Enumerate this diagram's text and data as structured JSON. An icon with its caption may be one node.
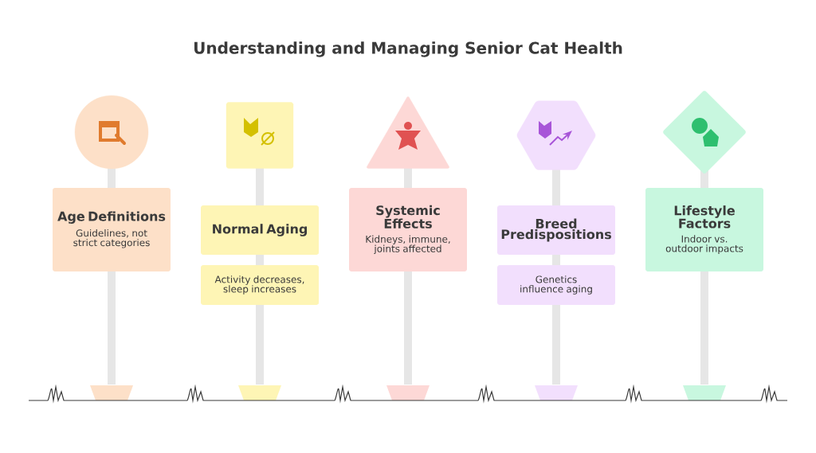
{
  "diagram": {
    "title": "Understanding and Managing Senior Cat Health",
    "nodes": [
      {
        "text": [],
        "shape": "circle"
      },
      {
        "text": [
          "Age Definitions",
          "Guidelines, not strict categories"
        ]
      },
      {
        "text": [],
        "shape": "box"
      },
      {
        "text": [
          "Normal Aging"
        ]
      },
      {
        "text": [
          "Activity decreases, sleep increases"
        ]
      },
      {
        "text": [],
        "shape": "triangle"
      },
      {
        "text": [
          "Systemic Effects",
          "Kidneys, immune, joints affected"
        ]
      },
      {
        "text": [],
        "shape": "hexagon"
      },
      {
        "text": [
          "Breed Predispositions"
        ]
      },
      {
        "text": [
          "Genetics influence aging"
        ]
      },
      {
        "text": [],
        "shape": "diamond"
      },
      {
        "text": [
          "Lifestyle Factors",
          "Indoor vs. outdoor impacts"
        ]
      }
    ]
  }
}
